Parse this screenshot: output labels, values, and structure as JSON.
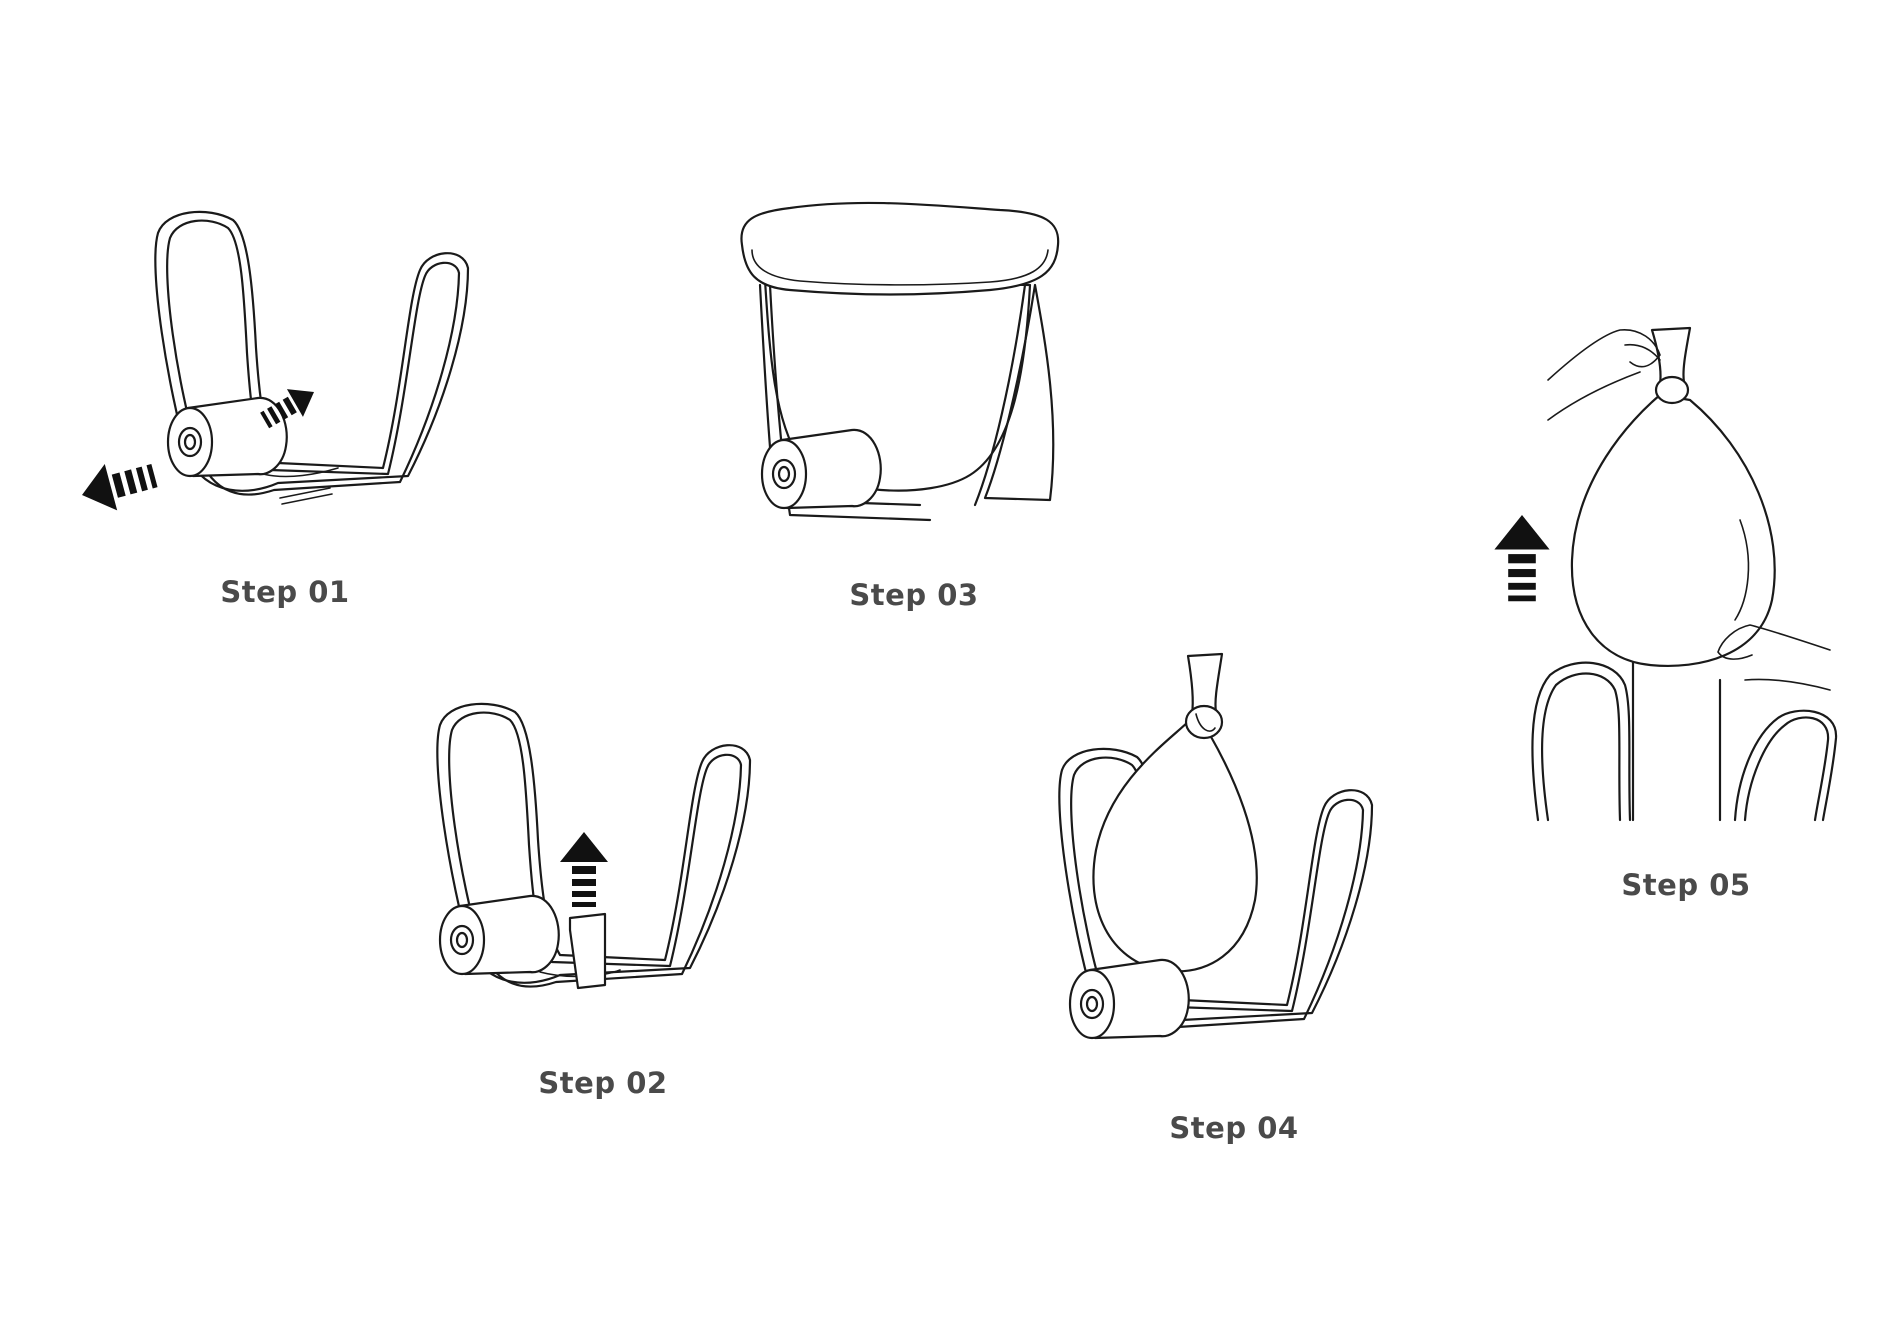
{
  "steps": [
    {
      "label": "Step 01"
    },
    {
      "label": "Step 02"
    },
    {
      "label": "Step 03"
    },
    {
      "label": "Step 04"
    },
    {
      "label": "Step 05"
    }
  ],
  "icons": [
    "holder-frame-icon",
    "bag-roll-icon",
    "arrow-left-icon",
    "arrow-right-icon",
    "arrow-up-icon",
    "bin-icon",
    "tied-bag-icon",
    "hand-icon"
  ]
}
